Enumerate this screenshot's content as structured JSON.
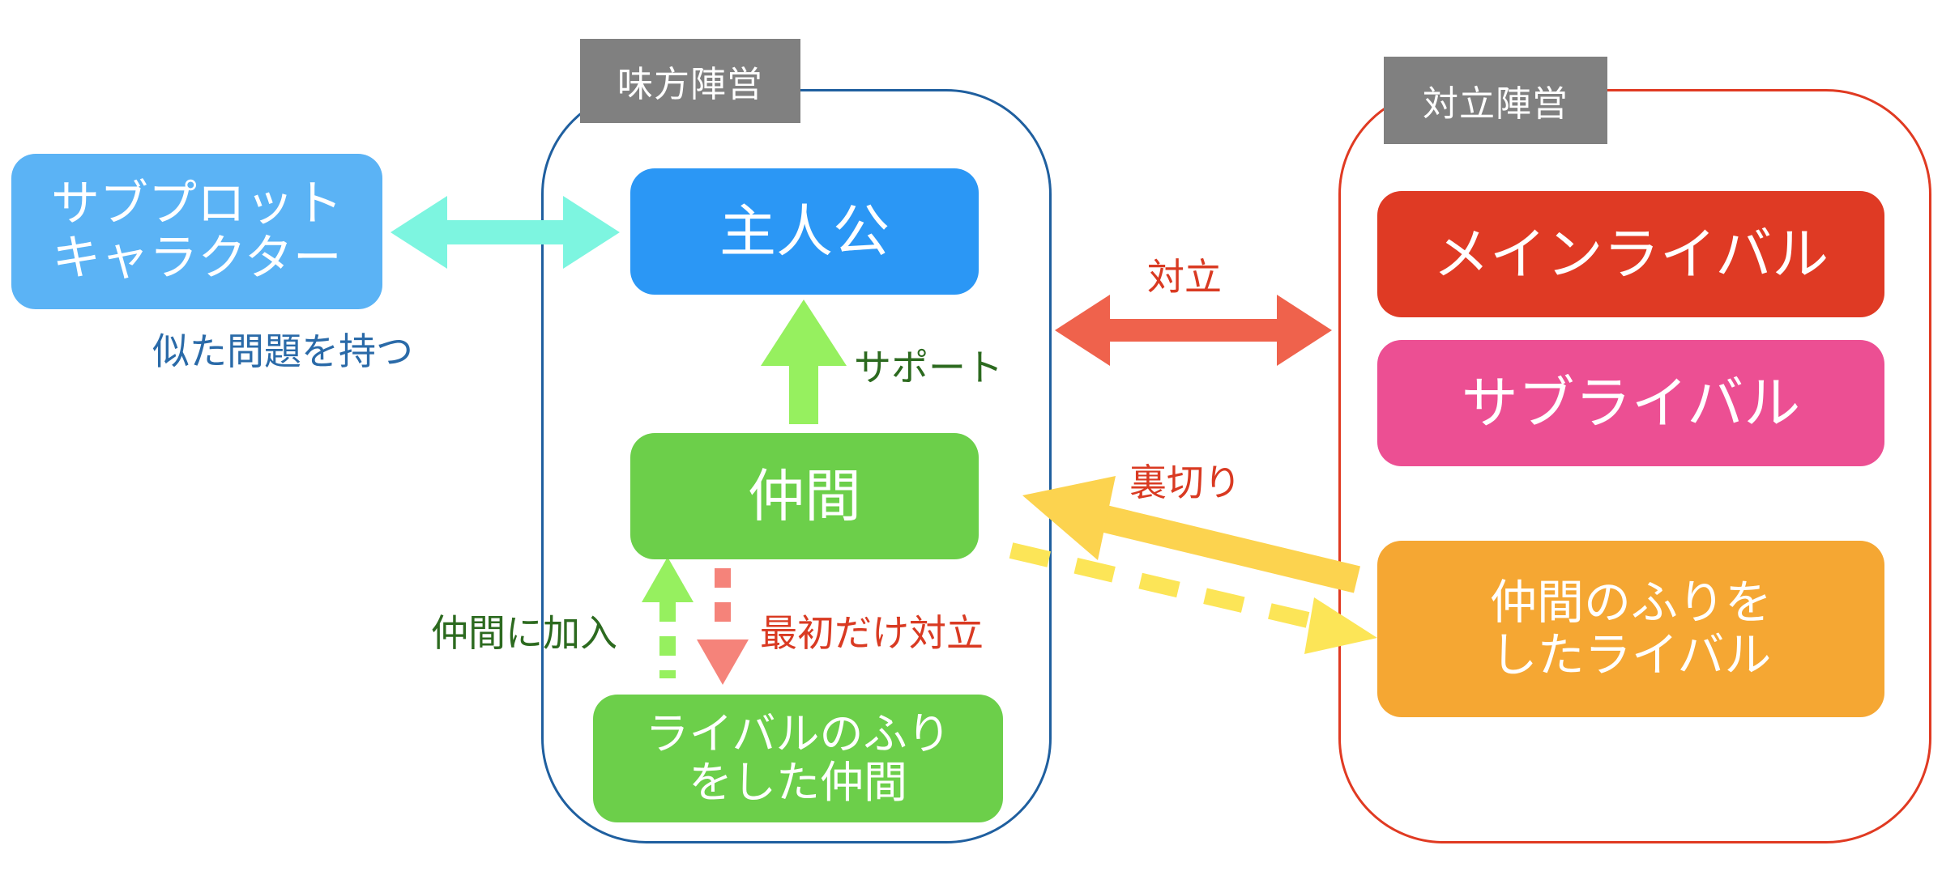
{
  "regions": {
    "ally": {
      "tag": "味方陣営",
      "border_color": "#1f5f9f"
    },
    "enemy": {
      "tag": "対立陣営",
      "border_color": "#e03a22"
    }
  },
  "nodes": {
    "subplot": {
      "label": "サブプロット\nキャラクター",
      "color": "#5bb3f5"
    },
    "protagonist": {
      "label": "主人公",
      "color": "#2b97f5"
    },
    "companion": {
      "label": "仲間",
      "color": "#6ccf4a"
    },
    "rival_like_companion": {
      "label": "ライバルのふり\nをした仲間",
      "color": "#6ccf4a"
    },
    "main_rival": {
      "label": "メインライバル",
      "color": "#df3a24"
    },
    "sub_rival": {
      "label": "サブライバル",
      "color": "#ec4f93"
    },
    "fake_companion_rival": {
      "label": "仲間のふりを\nしたライバル",
      "color": "#f5a733"
    }
  },
  "edges": {
    "similar_problem": {
      "label": "似た問題を持つ",
      "color": "#7df5e0",
      "label_color": "#2a6aa8"
    },
    "support": {
      "label": "サポート",
      "color": "#96f05f",
      "label_color": "#2c6a1f"
    },
    "conflict": {
      "label": "対立",
      "color": "#ef624c",
      "label_color": "#d93a22"
    },
    "betrayal": {
      "label": "裏切り",
      "color": "#fcd34f",
      "label_color": "#d93a22"
    },
    "join_companions": {
      "label": "仲間に加入",
      "color": "#96f05f",
      "label_color": "#2c6a1f"
    },
    "initial_conflict": {
      "label": "最初だけ対立",
      "color": "#f5837a",
      "label_color": "#d93a22"
    },
    "fake_join": {
      "color": "#fce557"
    }
  }
}
